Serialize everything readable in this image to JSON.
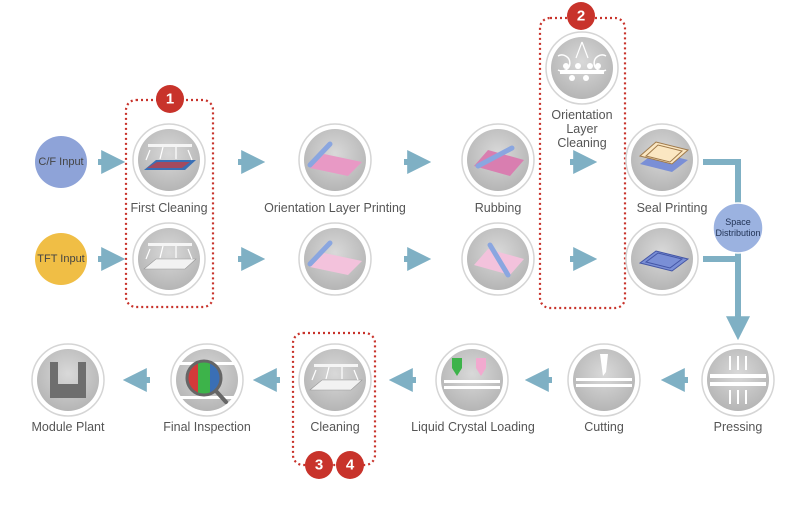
{
  "inputs": {
    "cf": "C/F Input",
    "tft": "TFT Input"
  },
  "space_distribution": [
    "Space",
    "Distribution"
  ],
  "steps": {
    "first_cleaning": "First Cleaning",
    "orientation_layer_printing": "Orientation Layer Printing",
    "rubbing": "Rubbing",
    "orientation_layer_cleaning": [
      "Orientation",
      "Layer",
      "Cleaning"
    ],
    "seal_printing": "Seal Printing",
    "pressing": "Pressing",
    "cutting": "Cutting",
    "liquid_crystal_loading": "Liquid Crystal Loading",
    "cleaning": "Cleaning",
    "final_inspection": "Final Inspection",
    "module_plant": "Module Plant"
  },
  "badges": [
    "1",
    "2",
    "3",
    "4"
  ],
  "colors": {
    "arrow": "#7fb0c4",
    "badge": "#c8332b",
    "highlight_border": "#c8332b",
    "cf_input": "#8ea3d8",
    "tft_input": "#f0be45",
    "space_distribution": "#9bb2e0",
    "icon_bg": "#c4c4c4"
  }
}
